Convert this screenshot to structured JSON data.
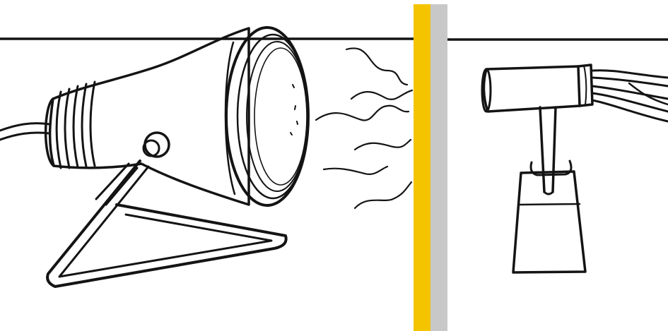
{
  "diagram": {
    "components": [
      {
        "id": "heat-lamp",
        "kind": "lamp"
      },
      {
        "id": "heat-waves",
        "kind": "radiation",
        "count": 6
      },
      {
        "id": "barrier",
        "kind": "panel"
      },
      {
        "id": "sensor",
        "kind": "sensor-on-stand"
      }
    ],
    "colors": {
      "ink": "#141414",
      "barrier_front": "#f5c400",
      "barrier_back": "#c8c8c8",
      "background": "#ffffff"
    }
  }
}
